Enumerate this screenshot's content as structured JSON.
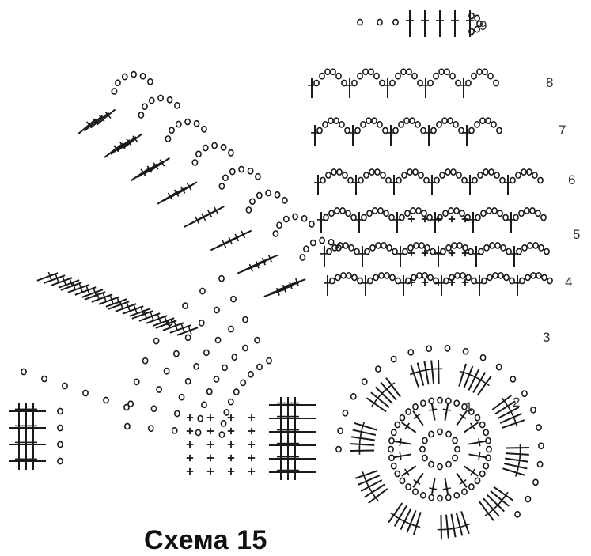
{
  "title": "Схема 15",
  "row_numbers": [
    "1",
    "2",
    "3",
    "4",
    "5",
    "6",
    "7",
    "8",
    "9"
  ],
  "colors": {
    "ink": "#1a1a1a",
    "background": "#ffffff"
  }
}
